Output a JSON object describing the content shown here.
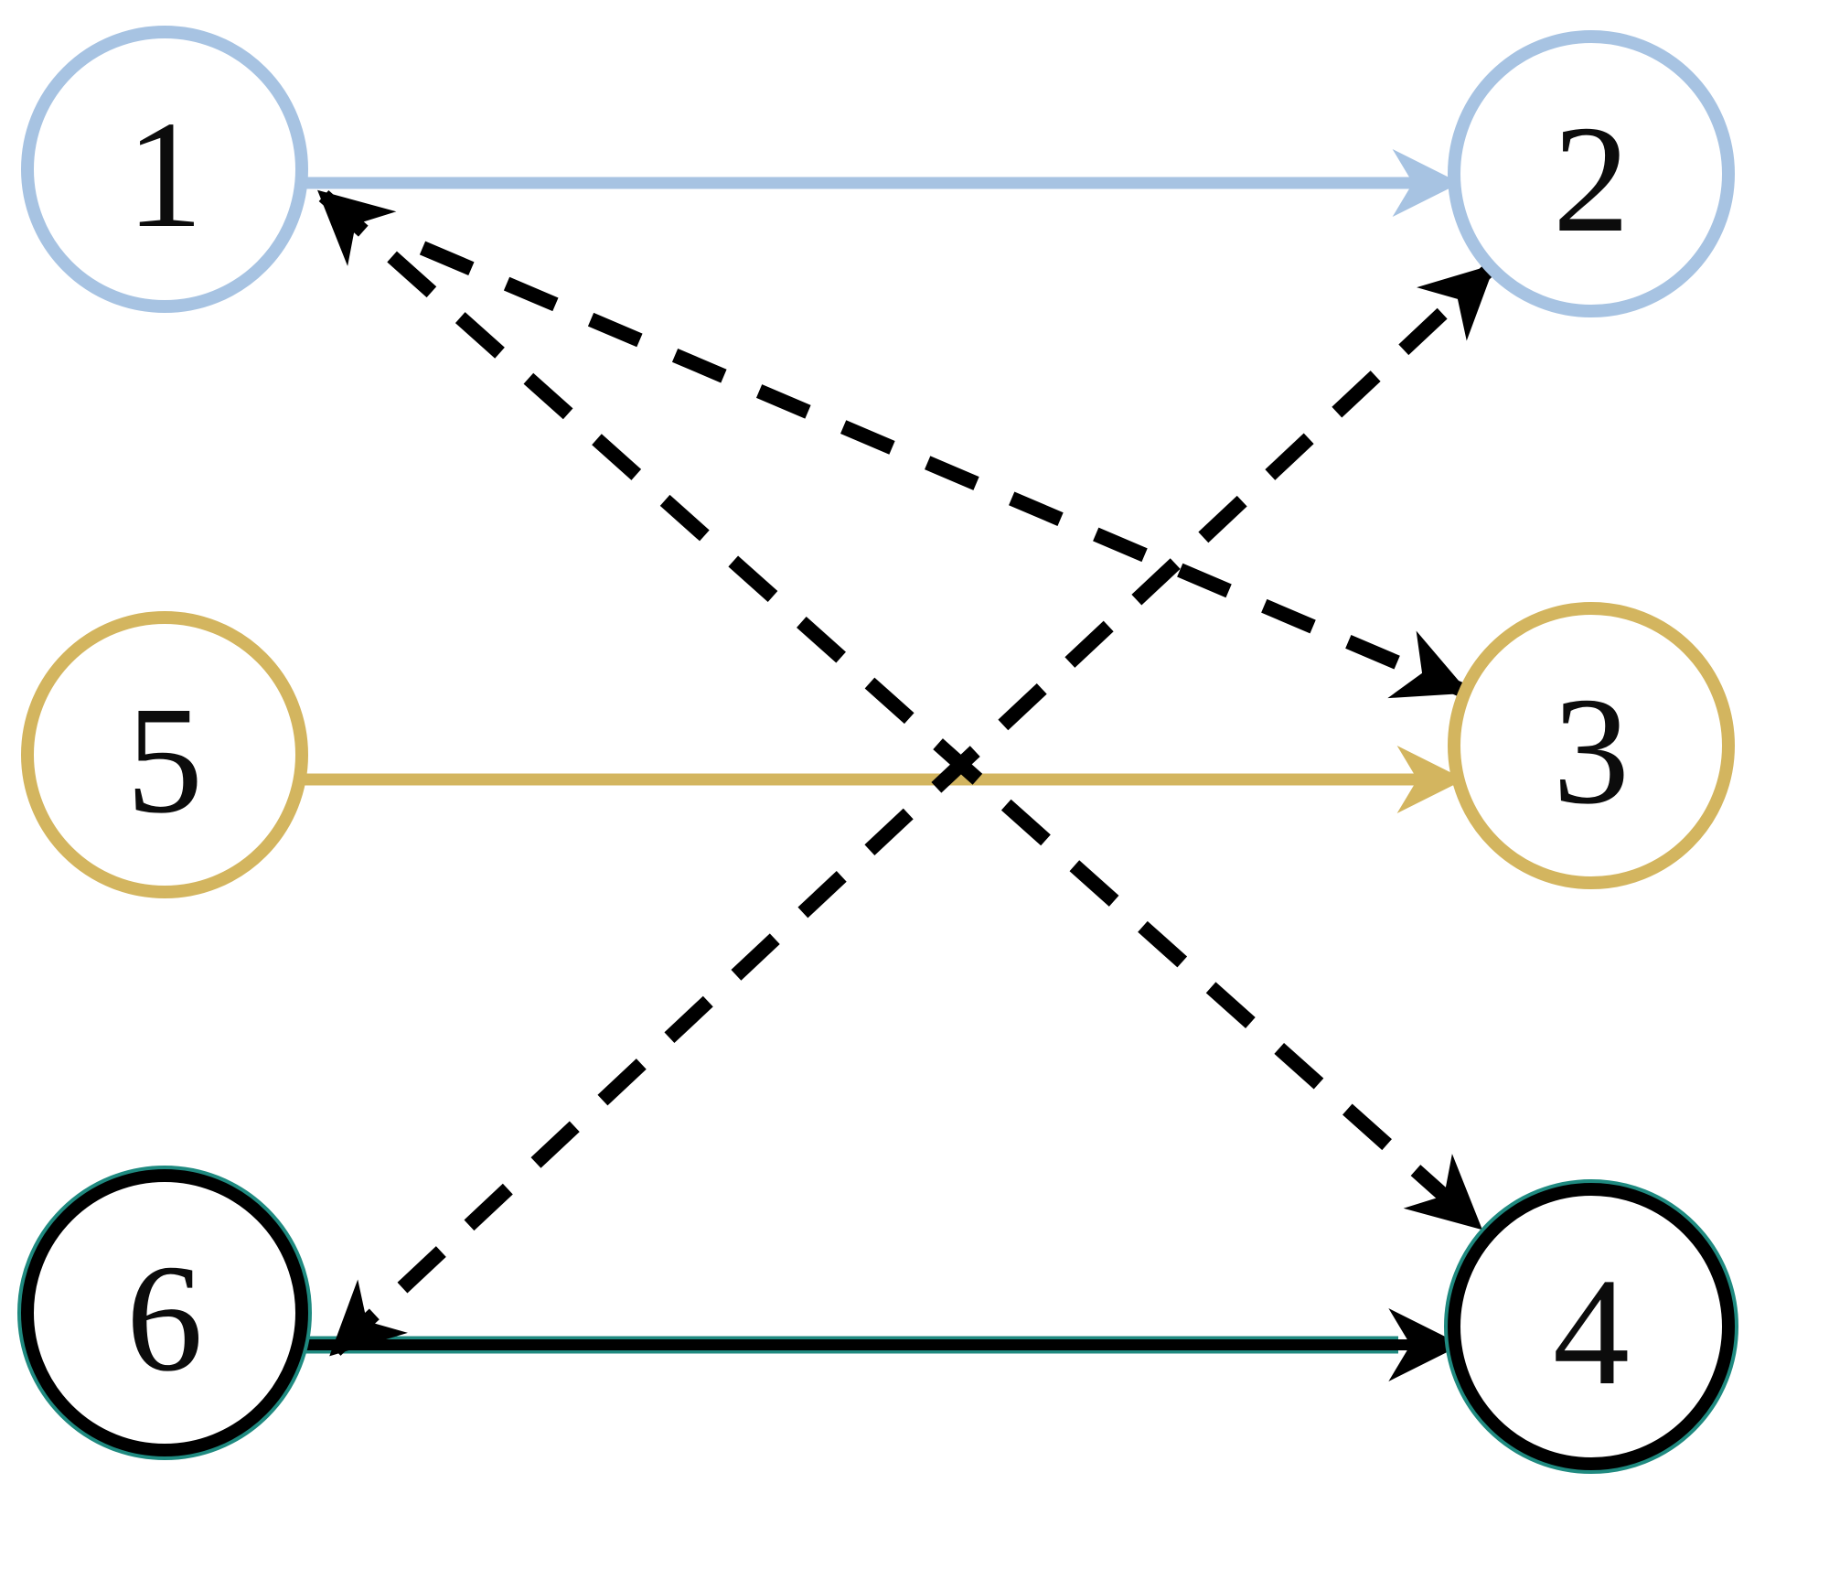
{
  "figure": {
    "background": "#ffffff",
    "description_labels": []
  },
  "graph": {
    "colors": {
      "blue": "#a7c3e2",
      "gold": "#d3b55f",
      "dark": "#000000",
      "dark_halo": "#1f8a80",
      "dashed": "#000000",
      "label": "#0c0c0c"
    },
    "nodes": [
      {
        "id": "1",
        "label": "1",
        "color_key": "blue"
      },
      {
        "id": "2",
        "label": "2",
        "color_key": "blue"
      },
      {
        "id": "5",
        "label": "5",
        "color_key": "gold"
      },
      {
        "id": "3",
        "label": "3",
        "color_key": "gold"
      },
      {
        "id": "6",
        "label": "6",
        "color_key": "dark"
      },
      {
        "id": "4",
        "label": "4",
        "color_key": "dark"
      }
    ],
    "edges": [
      {
        "from": "1",
        "to": "2",
        "style": "solid",
        "color_key": "blue",
        "arrow": "end"
      },
      {
        "from": "5",
        "to": "3",
        "style": "solid",
        "color_key": "gold",
        "arrow": "end"
      },
      {
        "from": "6",
        "to": "4",
        "style": "solid",
        "color_key": "dark",
        "arrow": "end",
        "halo": true
      },
      {
        "from": "1",
        "to": "3",
        "style": "dashed",
        "color_key": "dashed",
        "arrow": "end"
      },
      {
        "from": "1",
        "to": "4",
        "style": "dashed",
        "color_key": "dashed",
        "arrow": "both"
      },
      {
        "from": "6",
        "to": "2",
        "style": "dashed",
        "color_key": "dashed",
        "arrow": "both"
      }
    ]
  }
}
